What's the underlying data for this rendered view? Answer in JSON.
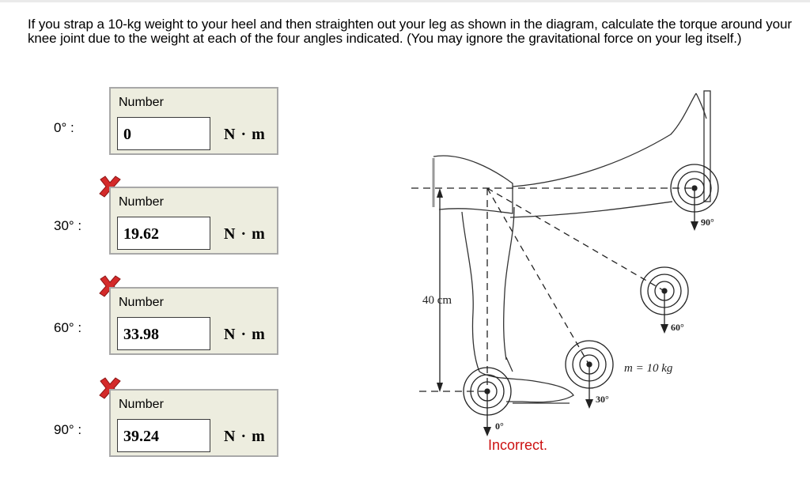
{
  "question": "If you strap a 10-kg weight to your heel and then straighten out your leg as shown in the diagram, calculate the torque around your knee joint due to the weight at each of the four angles indicated. (You may ignore the gravitational force on your leg itself.)",
  "answers": [
    {
      "label": "0° :",
      "title": "Number",
      "value": "0",
      "unit": "N · m",
      "marked_incorrect": false
    },
    {
      "label": "30° :",
      "title": "Number",
      "value": "19.62",
      "unit": "N · m",
      "marked_incorrect": true
    },
    {
      "label": "60° :",
      "title": "Number",
      "value": "33.98",
      "unit": "N · m",
      "marked_incorrect": true
    },
    {
      "label": "90° :",
      "title": "Number",
      "value": "39.24",
      "unit": "N · m",
      "marked_incorrect": true
    }
  ],
  "feedback": "Incorrect.",
  "diagram": {
    "length_label": "40 cm",
    "mass_label": "m = 10 kg",
    "angle_labels": [
      "0°",
      "30°",
      "60°",
      "90°"
    ]
  },
  "colors": {
    "panel_bg": "#ededdf",
    "panel_border": "#a8a8a8",
    "error_red": "#cc1111",
    "x_mark": "#d42a2a"
  }
}
